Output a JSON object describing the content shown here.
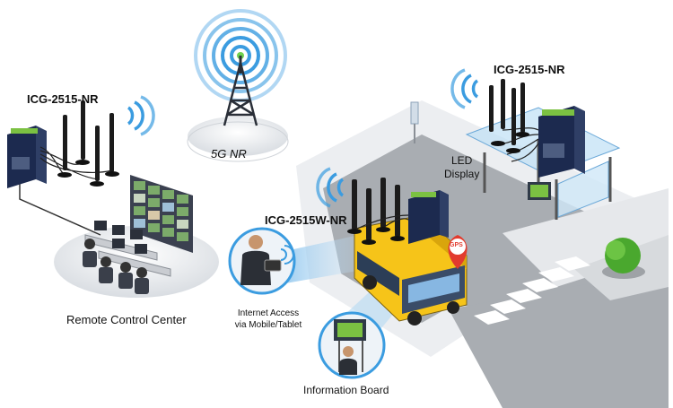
{
  "labels": {
    "five_g": "5G NR",
    "router_left": "ICG-2515-NR",
    "router_right": "ICG-2515-NR",
    "led_display_line1": "LED",
    "led_display_line2": "Display",
    "router_bus": "ICG-2515W-NR",
    "gps": "GPS",
    "internet_line1": "Internet Access",
    "internet_line2": "via Mobile/Tablet",
    "remote_control": "Remote Control Center",
    "info_board": "Information Board"
  },
  "colors": {
    "road": "#a9adb2",
    "sidewalk": "#e7e9ec",
    "signal_blue": "#4aa3e0",
    "router_navy": "#1c2a4f",
    "bus_yellow": "#f6c419",
    "gps_red": "#e23b2e",
    "tree_green": "#4aa82e"
  }
}
